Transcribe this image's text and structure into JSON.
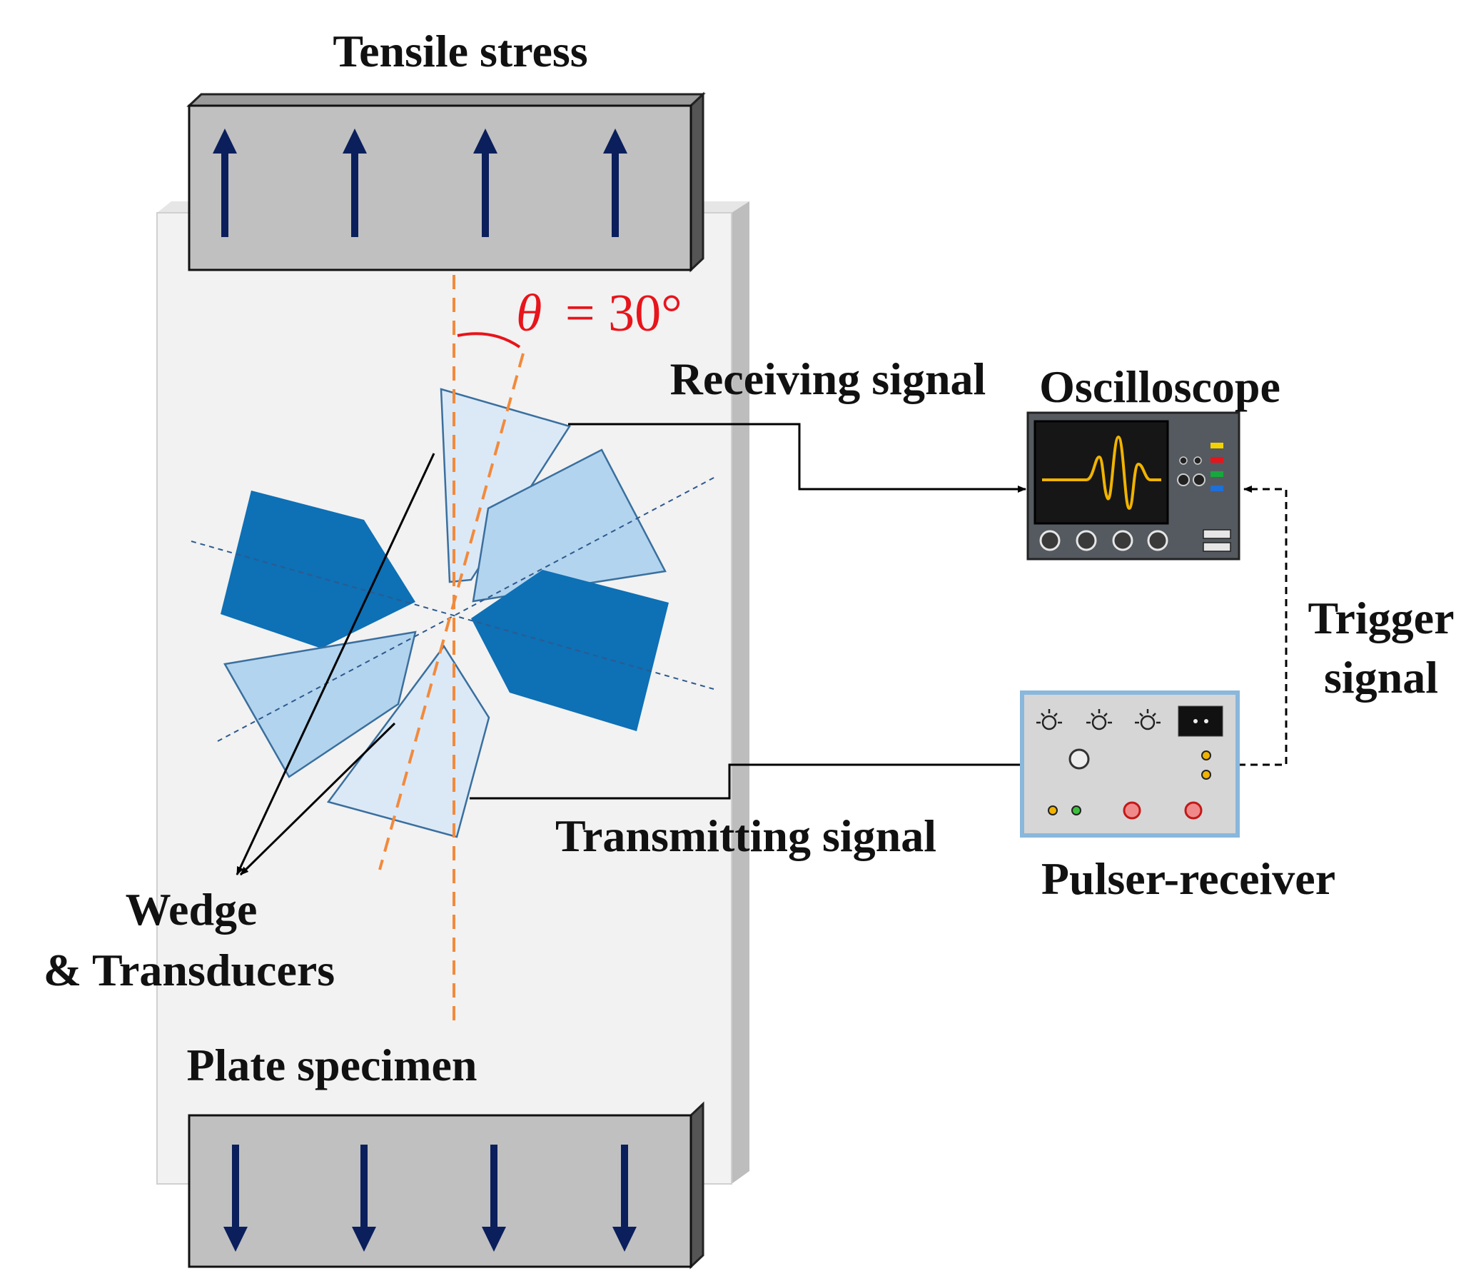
{
  "labels": {
    "tensile_stress": "Tensile stress",
    "theta_symbol": "θ",
    "theta_value": "= 30°",
    "receiving_signal": "Receiving signal",
    "oscilloscope": "Oscilloscope",
    "trigger_line1": "Trigger",
    "trigger_line2": "signal",
    "transmitting_signal": "Transmitting signal",
    "pulser_receiver": "Pulser-receiver",
    "wedge_line1": "Wedge",
    "wedge_line2": "& Transducers",
    "plate_specimen": "Plate specimen"
  },
  "angle": {
    "theta_deg": 30
  },
  "colors": {
    "clamp": "#c0c0c0",
    "plate": "#f2f2f2",
    "arrow": "#0a1f5c",
    "dark_wedge": "#0e70b5",
    "mid_wedge": "#b3d4ee",
    "light_wedge": "#dbe9f7",
    "orange_dash": "#f28a3c",
    "theta_red": "#e8141b",
    "waveform": "#f0b300"
  },
  "icons": {
    "oscilloscope": "oscilloscope-icon",
    "pulser_receiver": "pulser-receiver-icon"
  }
}
